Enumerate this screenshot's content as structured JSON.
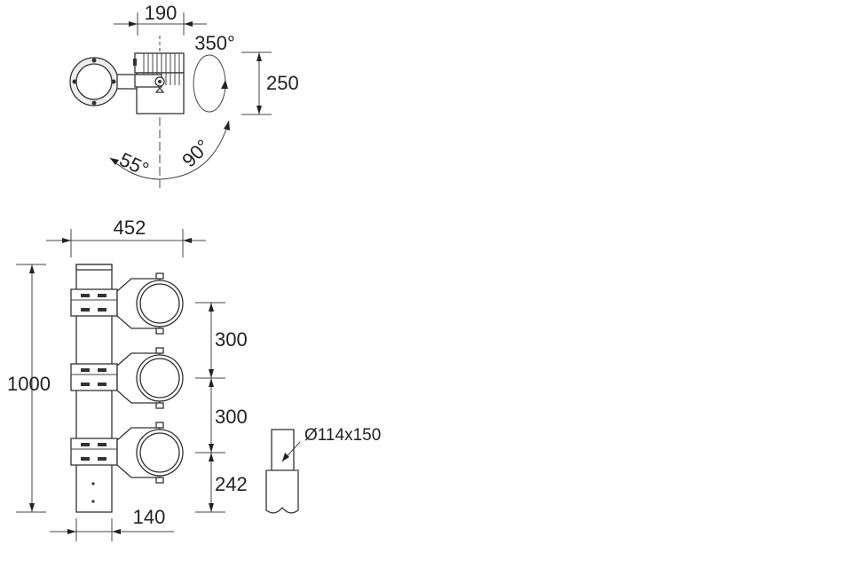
{
  "top_view": {
    "dimensions": {
      "width": "190",
      "height": "250",
      "rotation": "350°",
      "tilt_left": "55°",
      "tilt_right": "90°"
    }
  },
  "front_view": {
    "dimensions": {
      "total_width": "452",
      "total_height": "1000",
      "spacing_1": "300",
      "spacing_2": "300",
      "bottom": "242",
      "pole_width": "140"
    }
  },
  "mount": {
    "label": "Ø114x150"
  },
  "colors": {
    "line": "#333333",
    "fill_light": "#eeeeee",
    "text": "#222222"
  }
}
